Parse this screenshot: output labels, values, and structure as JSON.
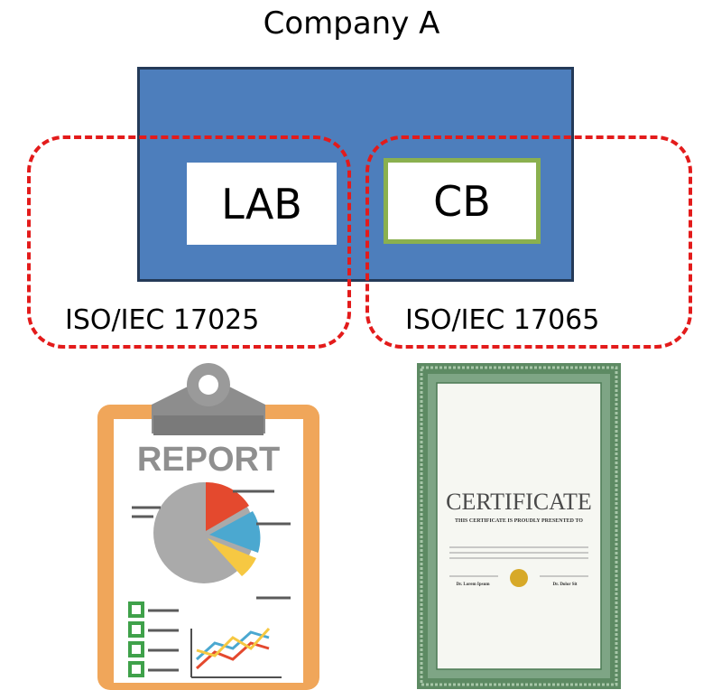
{
  "company": {
    "title": "Company A"
  },
  "units": {
    "lab": {
      "label": "LAB",
      "standard": "ISO/IEC 17025"
    },
    "cb": {
      "label": "CB",
      "standard": "ISO/IEC 17065"
    }
  },
  "report": {
    "title": "REPORT"
  },
  "certificate": {
    "title": "CERTIFICATE",
    "subtitle": "THIS CERTIFICATE IS PROUDLY PRESENTED TO",
    "signer_left": "Dr. Lorem Ipsum",
    "signer_right": "Dr. Dolor Sit"
  },
  "colors": {
    "company_fill": "#4d7ebc",
    "dashed_region": "#e31b1b",
    "cb_border": "#8ab04f"
  }
}
